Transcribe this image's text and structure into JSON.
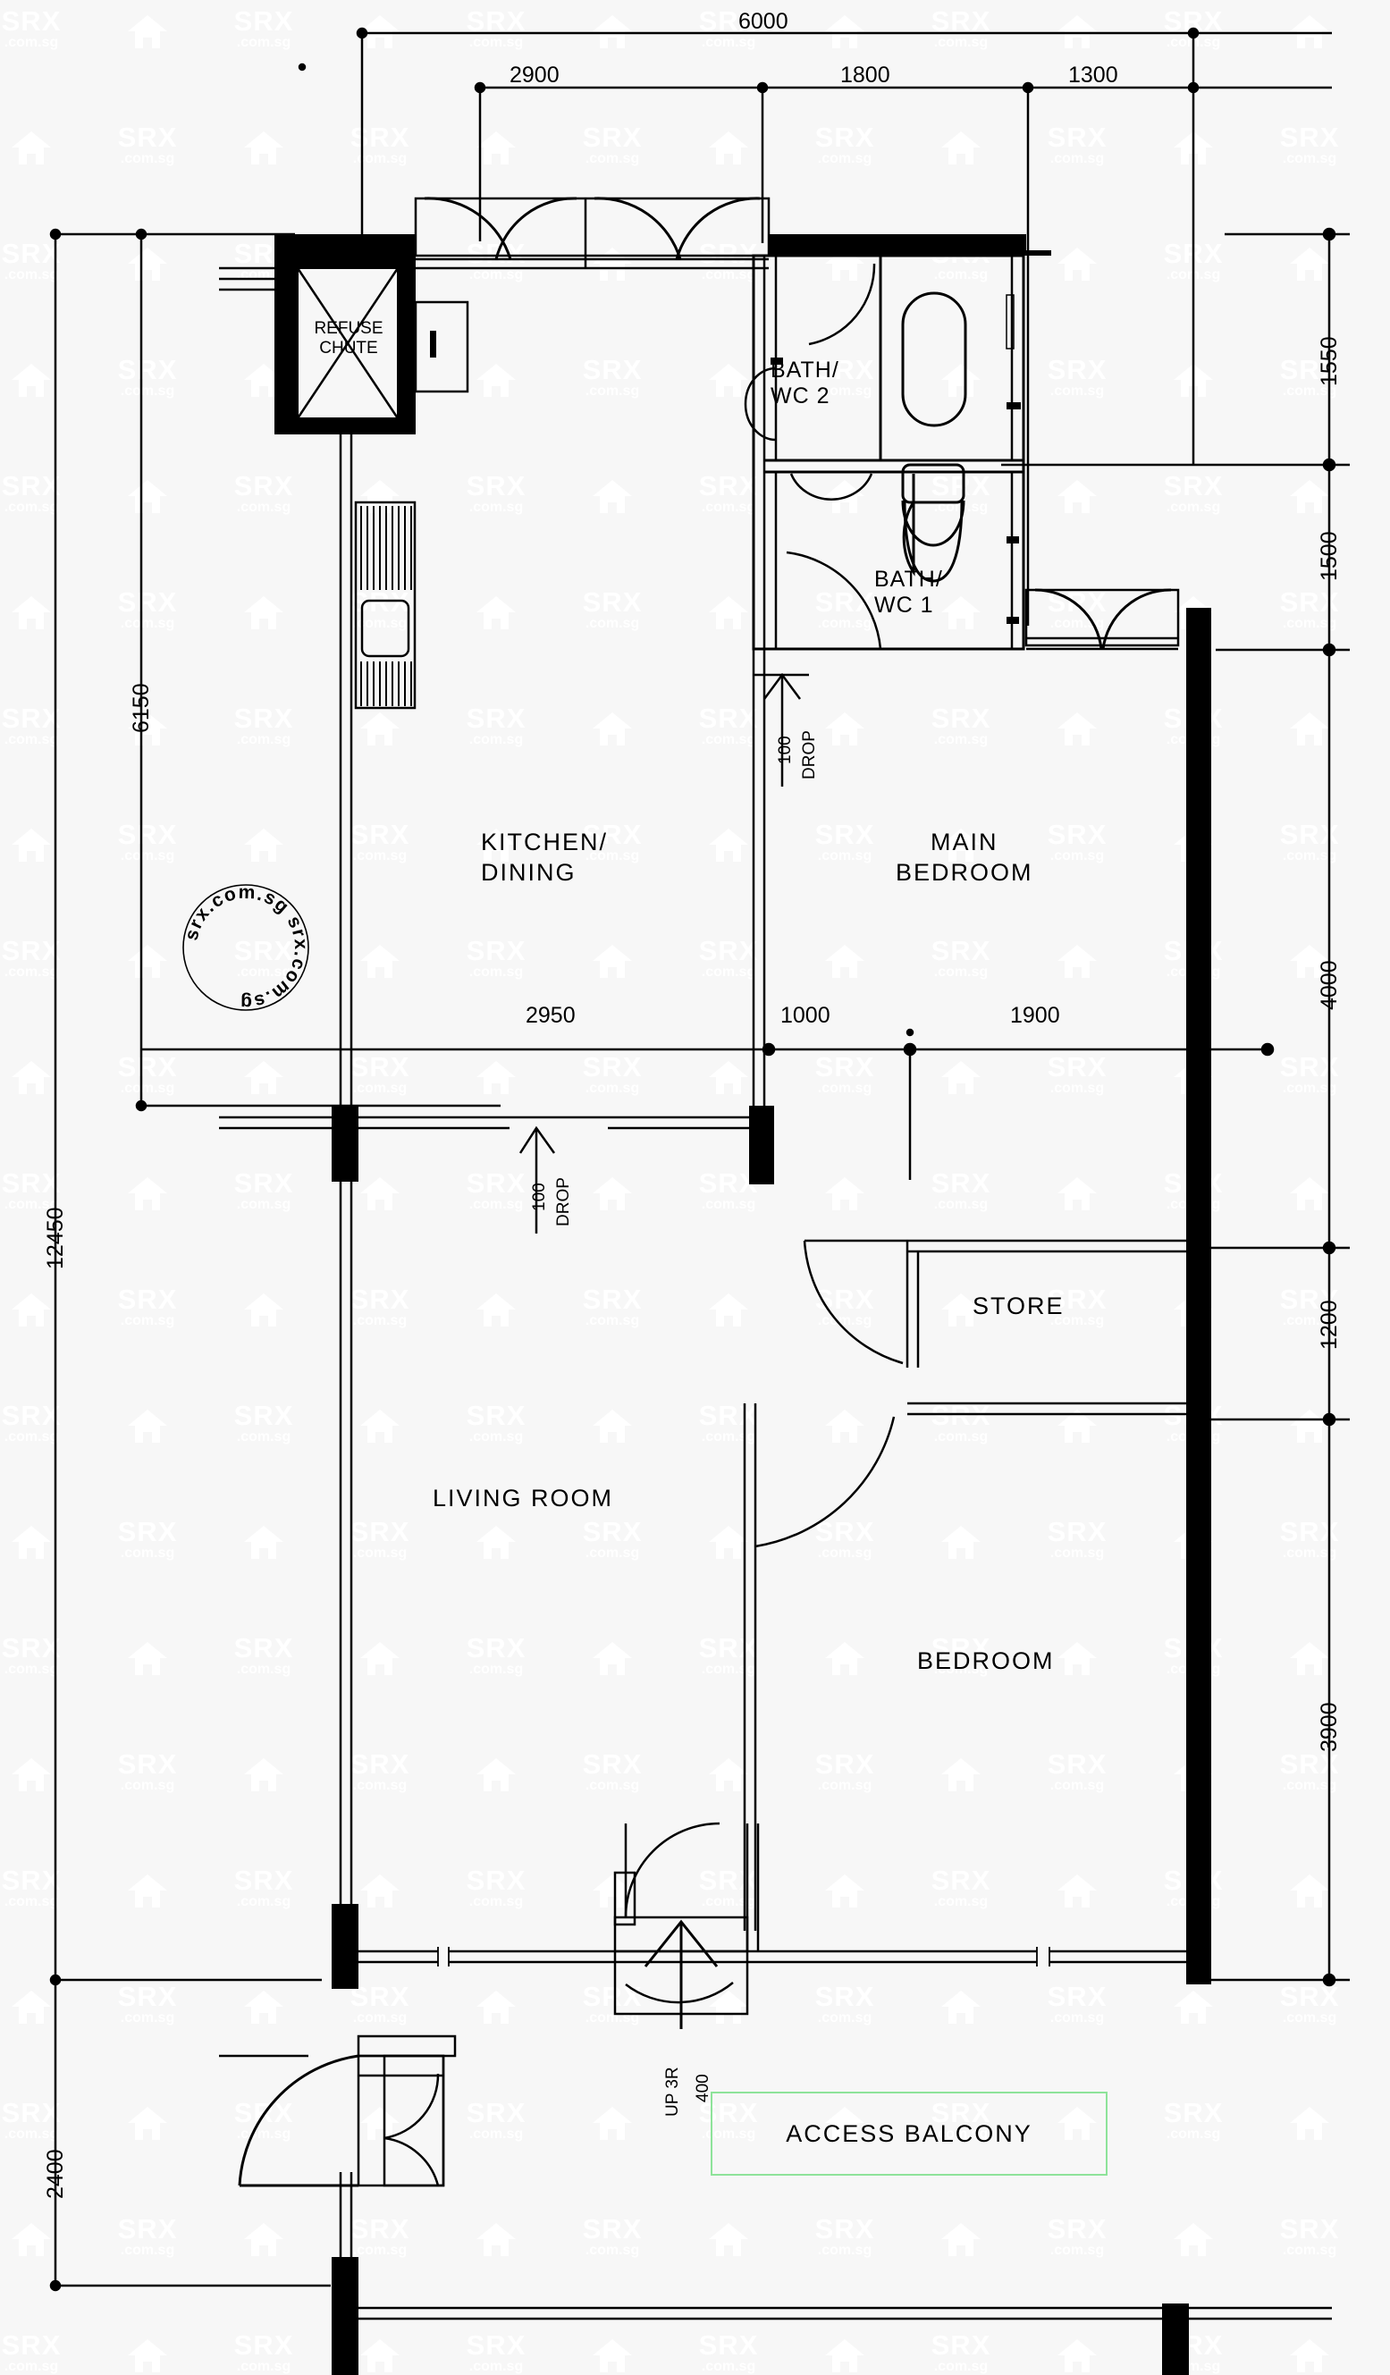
{
  "document": {
    "type": "floor-plan",
    "watermark_text": "SRX",
    "watermark_domain": ".com.sg",
    "stamp_text": "srx.com.sg srx.com.sg",
    "accent_color": "#8ee39a",
    "line_color": "#000000",
    "background_color": "#f7f7f7"
  },
  "rooms": [
    {
      "name": "kitchen-dining",
      "label": "KITCHEN/\nDINING"
    },
    {
      "name": "main-bedroom",
      "label": "MAIN\nBEDROOM"
    },
    {
      "name": "living-room",
      "label": "LIVING ROOM"
    },
    {
      "name": "store",
      "label": "STORE"
    },
    {
      "name": "bedroom",
      "label": "BEDROOM"
    },
    {
      "name": "bath-wc-2",
      "label": "BATH/\nWC 2"
    },
    {
      "name": "bath-wc-1",
      "label": "BATH/\nWC 1"
    },
    {
      "name": "refuse-chute",
      "label": "REFUSE\nCHUTE"
    },
    {
      "name": "access-balcony",
      "label": "ACCESS   BALCONY"
    }
  ],
  "dimensions": {
    "top_overall": "6000",
    "top_segments": [
      "2900",
      "1800",
      "1300"
    ],
    "left_overall": "12450",
    "left_inner": "6150",
    "left_bottom": "2400",
    "right_segments": [
      "1550",
      "1500",
      "4000",
      "1200",
      "3900"
    ],
    "middle_segments": [
      "2950",
      "1000",
      "1900"
    ]
  },
  "annotations": [
    {
      "name": "drop-upper",
      "value": "100",
      "text": "DROP"
    },
    {
      "name": "drop-lower",
      "value": "100",
      "text": "DROP"
    },
    {
      "name": "stair-up",
      "text": "UP 3R",
      "value": "400"
    }
  ]
}
